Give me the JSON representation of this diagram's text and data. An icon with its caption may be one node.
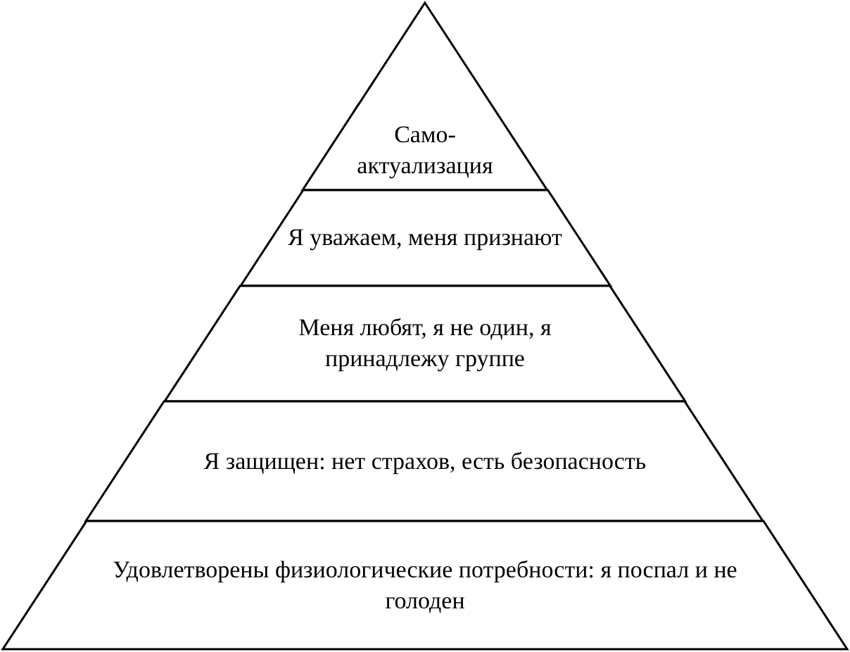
{
  "diagram": {
    "nodes": [
      {
        "text": [
          "Само-актуализация"
        ]
      },
      {
        "text": [
          "Я уважаем, меня признают"
        ]
      },
      {
        "text": [
          "Меня любят, я не один, я принадлежу группе"
        ]
      },
      {
        "text": [
          "Я защищен: нет страхов, есть безопасность"
        ]
      },
      {
        "text": [
          "Удовлетворены физиологические потребности: я поспал и не голоден"
        ]
      }
    ]
  }
}
